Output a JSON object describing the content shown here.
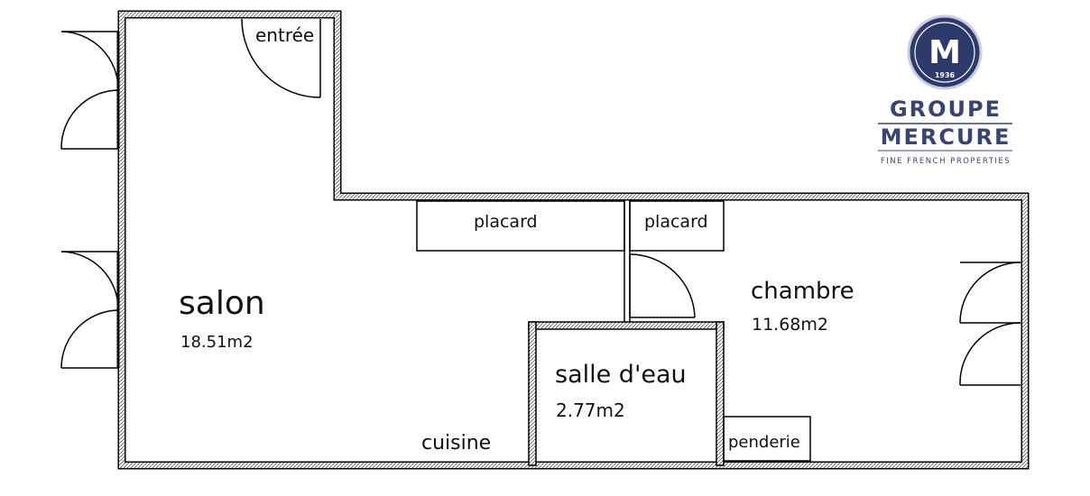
{
  "rooms": {
    "entree": {
      "label": "entrée"
    },
    "salon": {
      "label": "salon",
      "area": "18.51m2"
    },
    "placard_1": {
      "label": "placard"
    },
    "placard_2": {
      "label": "placard"
    },
    "chambre": {
      "label": "chambre",
      "area": "11.68m2"
    },
    "salle_eau": {
      "label": "salle d'eau",
      "area": "2.77m2"
    },
    "cuisine": {
      "label": "cuisine"
    },
    "penderie": {
      "label": "penderie"
    }
  },
  "logo": {
    "monogram": "M",
    "year": "1936",
    "line1": "GROUPE",
    "line2": "MERCURE",
    "tagline": "FINE FRENCH PROPERTIES"
  },
  "colors": {
    "wall": "#000000",
    "logo_navy": "#2e3a6b",
    "logo_text": "#3b4470"
  }
}
